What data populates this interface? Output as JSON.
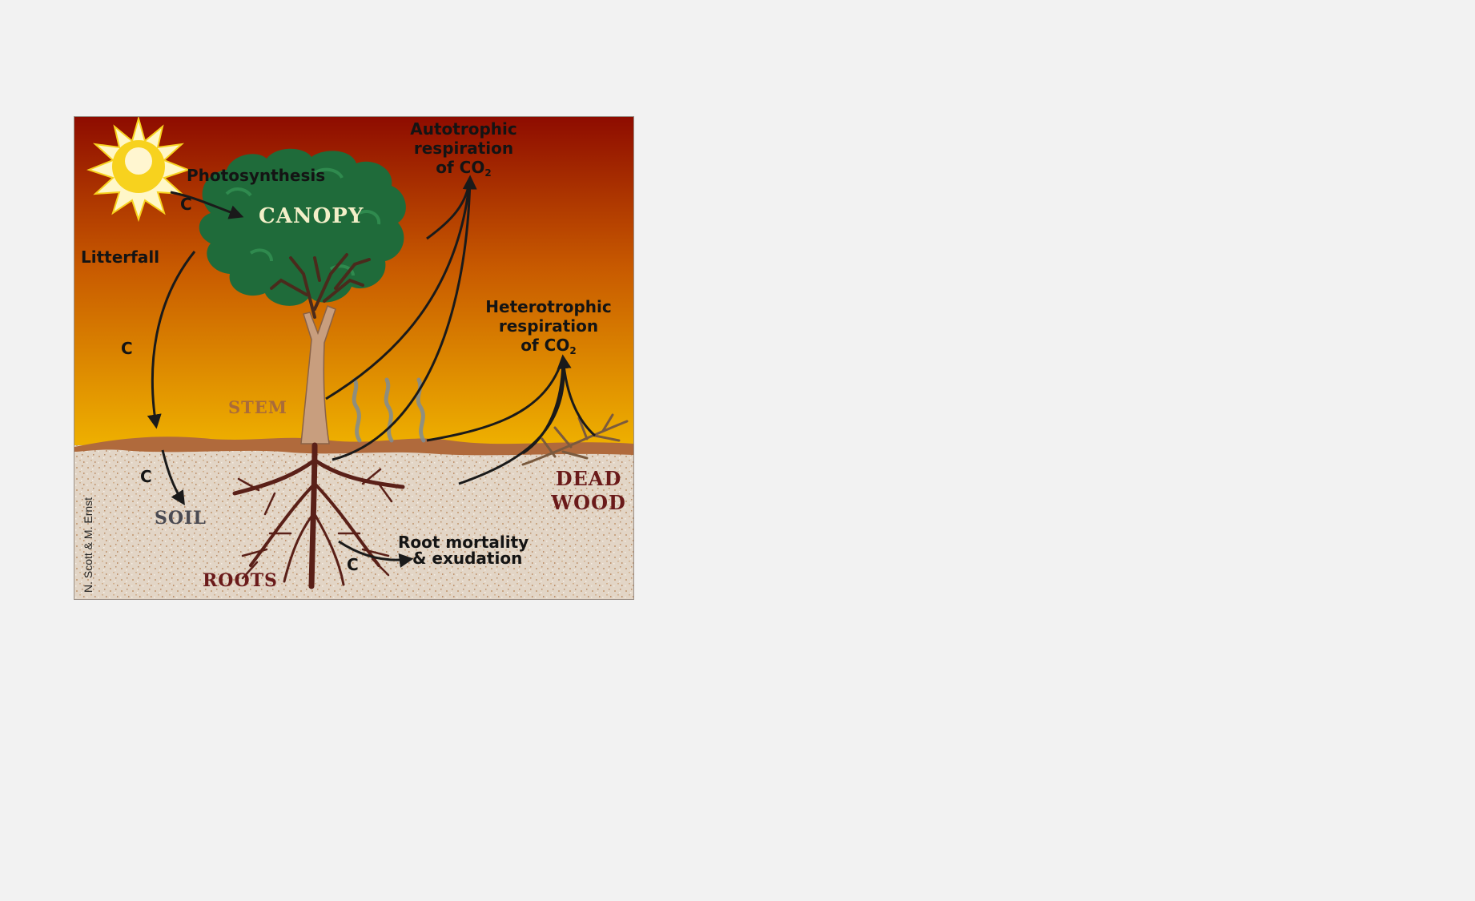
{
  "diagram": {
    "labels": {
      "photosynthesis": "Photosynthesis",
      "canopy": "CANOPY",
      "autotrophic_line1": "Autotrophic",
      "autotrophic_line2": "respiration",
      "autotrophic_line3": "of CO",
      "autotrophic_sub": "2",
      "heterotrophic_line1": "Heterotrophic",
      "heterotrophic_line2": "respiration",
      "heterotrophic_line3": "of CO",
      "heterotrophic_sub": "2",
      "litterfall": "Litterfall",
      "stem": "STEM",
      "soil": "SOIL",
      "roots": "ROOTS",
      "dead_line1": "DEAD",
      "dead_line2": "WOOD",
      "root_mortality_line1": "Root mortality",
      "root_mortality_line2": "& exudation",
      "carbon_symbol": "C",
      "credit": "N. Scott & M. Ernst"
    },
    "colors": {
      "sky_top": "#8e0c00",
      "sky_mid": "#c85a00",
      "sky_bottom": "#f0b400",
      "canopy": "#1f6b3a",
      "canopy_text": "#f3efc8",
      "soil_fill": "#e2d5c6",
      "roots": "#5a2018",
      "stem": "#c89e7e",
      "dead_wood_text": "#6a1a1a",
      "stem_text": "#a96b3a",
      "soil_text": "#4a4a52",
      "sun": "#f7d21e"
    }
  }
}
